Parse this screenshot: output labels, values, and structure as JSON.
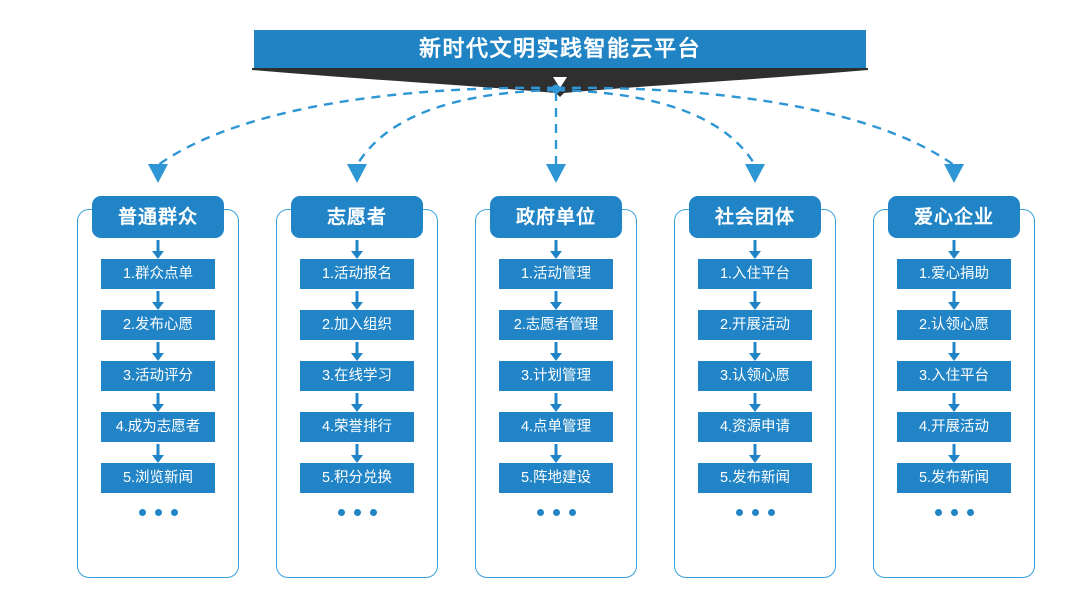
{
  "page": {
    "background": "#ffffff",
    "accent_blue": "#2184c6",
    "frame_blue": "#39a0dc",
    "ribbon_dark": "#2f2f2f"
  },
  "title": {
    "text": "新时代文明实践智能云平台",
    "chevron_icon": "chevron-down-icon"
  },
  "columns": [
    {
      "header": "普通群众",
      "items": [
        "1.群众点单",
        "2.发布心愿",
        "3.活动评分",
        "4.成为志愿者",
        "5.浏览新闻"
      ],
      "more": "..."
    },
    {
      "header": "志愿者",
      "items": [
        "1.活动报名",
        "2.加入组织",
        "3.在线学习",
        "4.荣誉排行",
        "5.积分兑换"
      ],
      "more": "..."
    },
    {
      "header": "政府单位",
      "items": [
        "1.活动管理",
        "2.志愿者管理",
        "3.计划管理",
        "4.点单管理",
        "5.阵地建设"
      ],
      "more": "..."
    },
    {
      "header": "社会团体",
      "items": [
        "1.入住平台",
        "2.开展活动",
        "3.认领心愿",
        "4.资源申请",
        "5.发布新闻"
      ],
      "more": "..."
    },
    {
      "header": "爱心企业",
      "items": [
        "1.爱心捐助",
        "2.认领心愿",
        "3.入住平台",
        "4.开展活动",
        "5.发布新闻"
      ],
      "more": "..."
    }
  ]
}
